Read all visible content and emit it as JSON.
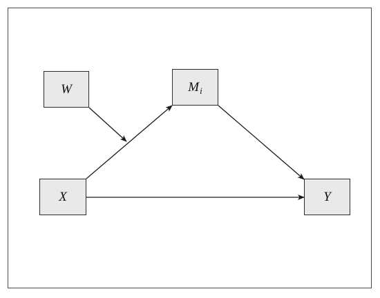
{
  "nodes": {
    "w": {
      "label": "W"
    },
    "m": {
      "label": "M",
      "subscript": "i"
    },
    "x": {
      "label": "X"
    },
    "y": {
      "label": "Y"
    }
  },
  "edges": [
    {
      "from": "x",
      "to": "m"
    },
    {
      "from": "m",
      "to": "y"
    },
    {
      "from": "x",
      "to": "y"
    },
    {
      "from": "w",
      "to": "x-m-path",
      "type": "moderation"
    }
  ],
  "colors": {
    "node_fill": "#e9e9e9",
    "stroke": "#1a1a1a"
  }
}
